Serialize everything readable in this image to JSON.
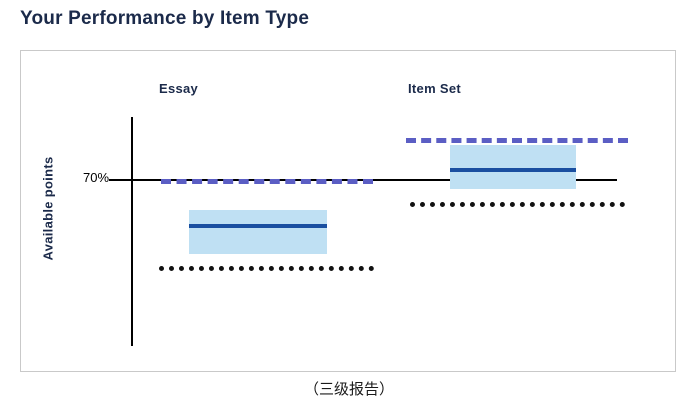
{
  "header": {
    "title": "Your Performance by Item Type"
  },
  "caption": "（三级报告）",
  "chart_data": {
    "type": "box",
    "title": "Your Performance by Item Type",
    "xlabel": "",
    "ylabel": "Available points",
    "categories": [
      "Essay",
      "Item Set"
    ],
    "tick_labels": [
      "70%"
    ],
    "reference_line": {
      "label": "70%",
      "value": 70,
      "style": "solid",
      "color": "#000000"
    },
    "grid": false,
    "legend": "none",
    "series": [
      {
        "name": "Essay",
        "box_low": 52,
        "box_high": 62,
        "median": 58,
        "your_score": 69,
        "your_score_style": "dashed",
        "your_score_color": "#5b5ec4",
        "min_passing": 43,
        "min_passing_style": "dotted",
        "min_passing_color": "#111111",
        "box_color": "#bfe0f3",
        "median_color": "#1a4fa0"
      },
      {
        "name": "Item Set",
        "box_low": 68,
        "box_high": 79,
        "median": 71,
        "your_score": 83,
        "your_score_style": "dashed",
        "your_score_color": "#5b5ec4",
        "min_passing": 62,
        "min_passing_style": "dotted",
        "min_passing_color": "#111111",
        "box_color": "#bfe0f3",
        "median_color": "#1a4fa0"
      }
    ]
  },
  "colors": {
    "title": "#1b2a4a",
    "box_fill": "#bfe0f3",
    "median": "#1a4fa0",
    "dashed": "#5b5ec4",
    "dotted": "#111111",
    "axis": "#000000",
    "frame": "#c9c9c9"
  }
}
